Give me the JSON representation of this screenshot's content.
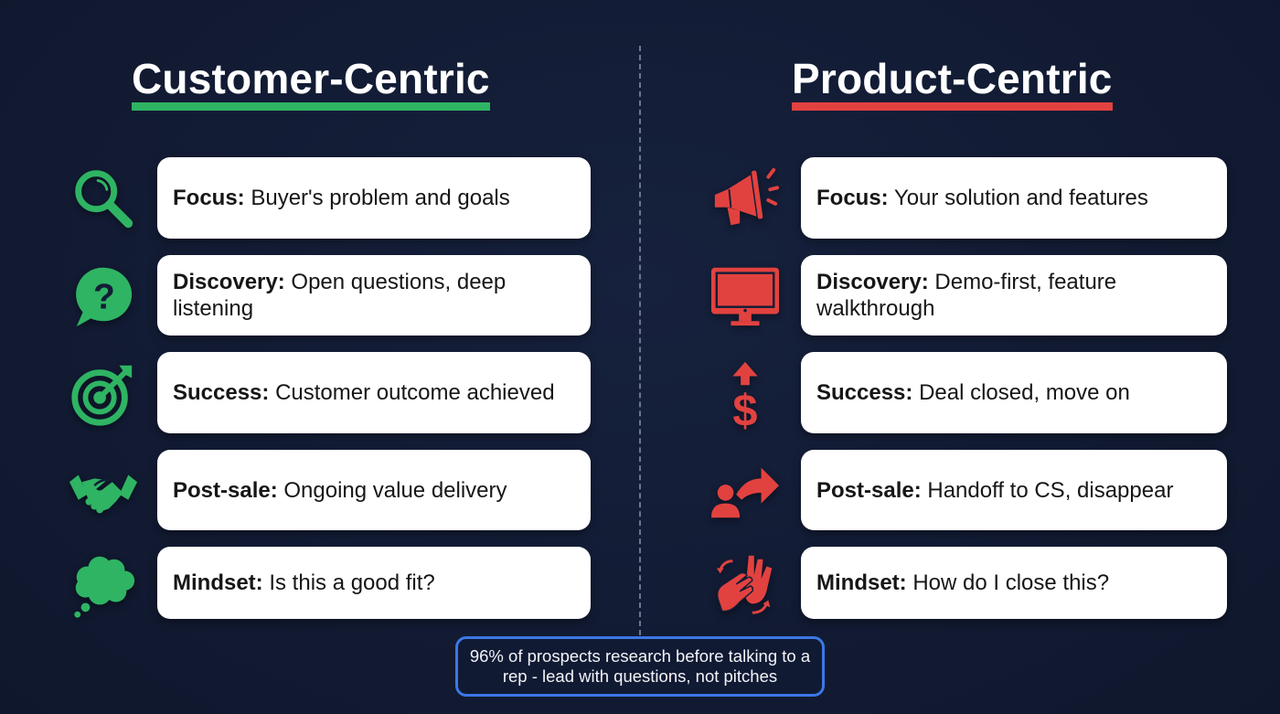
{
  "colors": {
    "background": "#131d36",
    "customer_accent": "#2fb463",
    "product_accent": "#e2423f",
    "callout_border": "#3b78e6",
    "card_bg": "#ffffff",
    "divider": "#6b7690"
  },
  "left": {
    "title": "Customer-Centric",
    "items": [
      {
        "icon": "magnifying-glass-icon",
        "label": "Focus:",
        "text": " Buyer's problem and goals"
      },
      {
        "icon": "question-speech-bubble-icon",
        "label": "Discovery:",
        "text": " Open questions, deep listening"
      },
      {
        "icon": "target-arrow-icon",
        "label": "Success:",
        "text": " Customer outcome achieved"
      },
      {
        "icon": "handshake-icon",
        "label": "Post-sale:",
        "text": " Ongoing value delivery"
      },
      {
        "icon": "thought-cloud-icon",
        "label": "Mindset:",
        "text": " Is this a good fit?"
      }
    ]
  },
  "right": {
    "title": "Product-Centric",
    "items": [
      {
        "icon": "megaphone-icon",
        "label": "Focus:",
        "text": " Your solution and features"
      },
      {
        "icon": "monitor-icon",
        "label": "Discovery:",
        "text": " Demo-first, feature walkthrough"
      },
      {
        "icon": "dollar-up-arrow-icon",
        "label": "Success:",
        "text": " Deal closed, move on"
      },
      {
        "icon": "person-handoff-arrow-icon",
        "label": "Post-sale:",
        "text": " Handoff to CS, disappear"
      },
      {
        "icon": "rubbing-hands-icon",
        "label": "Mindset:",
        "text": " How do I close this?"
      }
    ]
  },
  "callout": {
    "text": "96% of prospects research before talking to a rep - lead with questions, not pitches"
  }
}
